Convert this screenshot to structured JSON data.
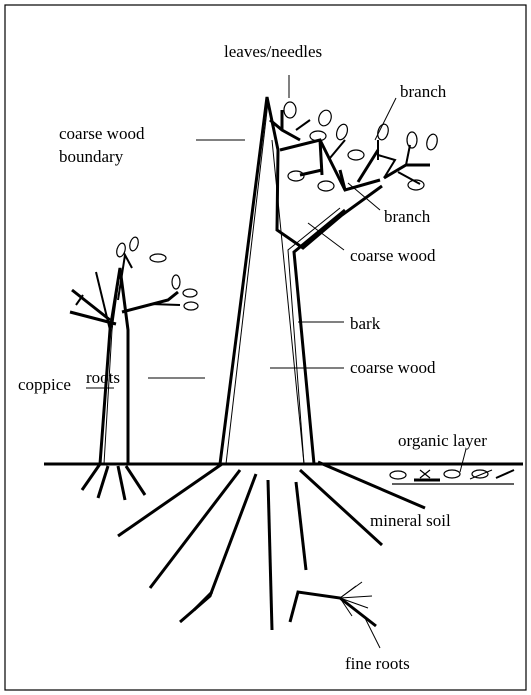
{
  "labels": {
    "leaves_needles": "leaves/needles",
    "branch_top": "branch",
    "coarse_wood_boundary_line1": "coarse wood",
    "coarse_wood_boundary_line2": "boundary",
    "branch_mid": "branch",
    "coarse_wood_upper": "coarse wood",
    "bark": "bark",
    "coarse_wood_lower": "coarse wood",
    "coppice": "coppice",
    "organic_layer": "organic layer",
    "mineral_soil": "mineral soil",
    "roots": "roots",
    "fine_roots": "fine roots"
  },
  "colors": {
    "line": "#000000",
    "background": "#ffffff"
  }
}
